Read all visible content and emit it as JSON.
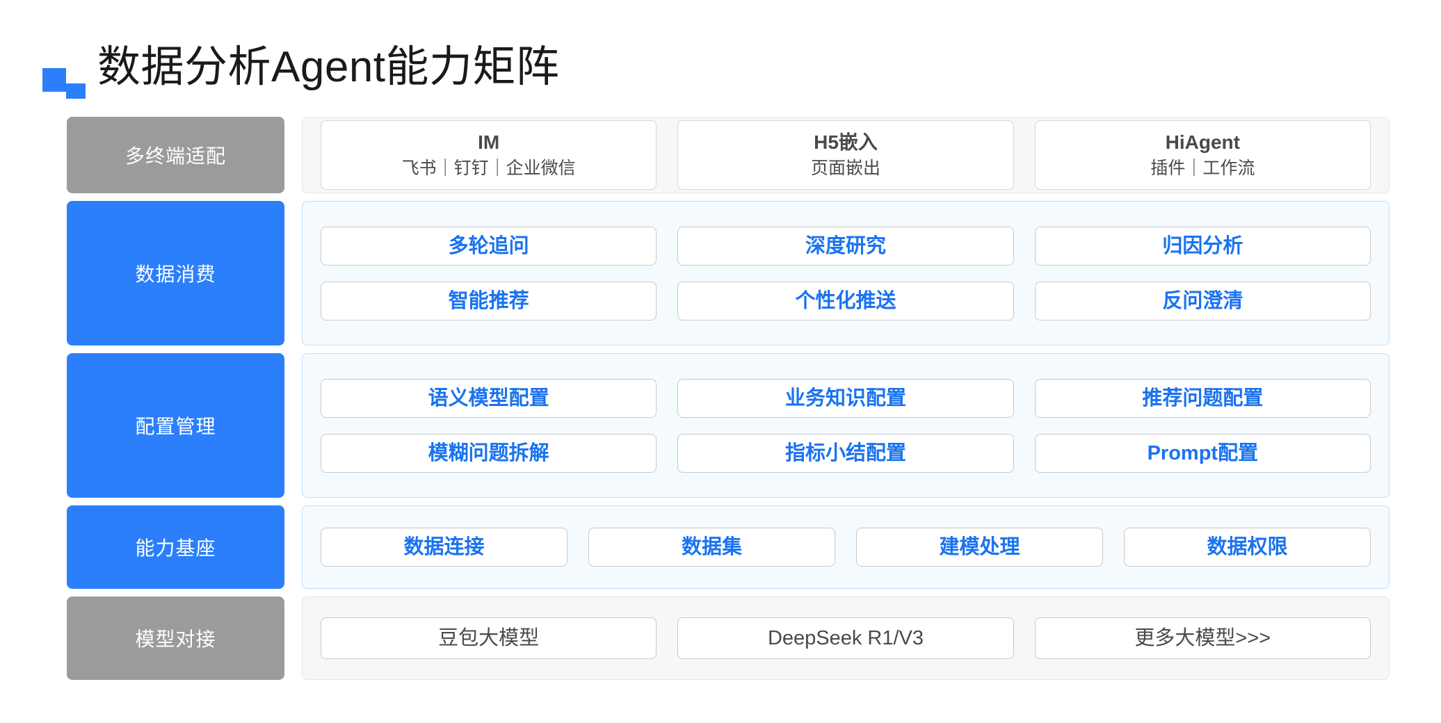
{
  "header": {
    "title": "数据分析Agent能力矩阵",
    "logo_color": "#2b7ffb"
  },
  "colors": {
    "accent_blue": "#2b7ffb",
    "blue_text": "#1a73f0",
    "gray_label": "#9b9b9b",
    "panel_blue_bg": "#f5faff",
    "panel_gray_bg": "#f7f7f7"
  },
  "rows": [
    {
      "label": "多终端适配",
      "label_style": "gray",
      "panel_style": "gray",
      "chip_style": "duo",
      "groups": [
        [
          {
            "title": "IM",
            "sub": "飞书｜钉钉｜企业微信"
          },
          {
            "title": "H5嵌入",
            "sub": "页面嵌出"
          },
          {
            "title": "HiAgent",
            "sub": "插件｜工作流"
          }
        ]
      ]
    },
    {
      "label": "数据消费",
      "label_style": "blue",
      "panel_style": "blue",
      "chip_style": "blue-chip",
      "groups": [
        [
          {
            "title": "多轮追问"
          },
          {
            "title": "深度研究"
          },
          {
            "title": "归因分析"
          }
        ],
        [
          {
            "title": "智能推荐"
          },
          {
            "title": "个性化推送"
          },
          {
            "title": "反问澄清"
          }
        ]
      ]
    },
    {
      "label": "配置管理",
      "label_style": "blue",
      "panel_style": "blue",
      "chip_style": "blue-chip",
      "groups": [
        [
          {
            "title": "语义模型配置"
          },
          {
            "title": "业务知识配置"
          },
          {
            "title": "推荐问题配置"
          }
        ],
        [
          {
            "title": "模糊问题拆解"
          },
          {
            "title": "指标小结配置"
          },
          {
            "title": "Prompt配置"
          }
        ]
      ]
    },
    {
      "label": "能力基座",
      "label_style": "blue",
      "panel_style": "blue",
      "chip_style": "blue-chip",
      "groups": [
        [
          {
            "title": "数据连接"
          },
          {
            "title": "数据集"
          },
          {
            "title": "建模处理"
          },
          {
            "title": "数据权限"
          }
        ]
      ]
    },
    {
      "label": "模型对接",
      "label_style": "gray",
      "panel_style": "gray",
      "chip_style": "model",
      "groups": [
        [
          {
            "title": "豆包大模型"
          },
          {
            "title": "DeepSeek R1/V3"
          },
          {
            "title": "更多大模型>>>"
          }
        ]
      ]
    }
  ]
}
